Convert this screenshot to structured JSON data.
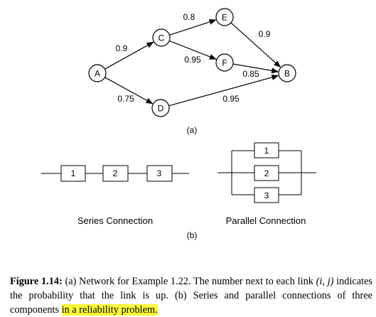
{
  "network": {
    "nodes": [
      {
        "id": "A",
        "label": "A"
      },
      {
        "id": "C",
        "label": "C"
      },
      {
        "id": "D",
        "label": "D"
      },
      {
        "id": "E",
        "label": "E"
      },
      {
        "id": "F",
        "label": "F"
      },
      {
        "id": "B",
        "label": "B"
      }
    ],
    "edges": [
      {
        "from": "A",
        "to": "C",
        "label": "0.9"
      },
      {
        "from": "A",
        "to": "D",
        "label": "0.75"
      },
      {
        "from": "C",
        "to": "E",
        "label": "0.8"
      },
      {
        "from": "C",
        "to": "F",
        "label": "0.95"
      },
      {
        "from": "E",
        "to": "B",
        "label": "0.9"
      },
      {
        "from": "F",
        "to": "B",
        "label": "0.85"
      },
      {
        "from": "D",
        "to": "B",
        "label": "0.95"
      }
    ],
    "sublabel": "(a)"
  },
  "series": {
    "title": "Series Connection",
    "components": [
      "1",
      "2",
      "3"
    ]
  },
  "parallel": {
    "title": "Parallel Connection",
    "components": [
      "1",
      "2",
      "3"
    ]
  },
  "sublabel_b": "(b)",
  "caption": {
    "label": "Figure 1.14:",
    "text_part1": " (a) Network for Example 1.22. The number next to each link ",
    "math": "(i, j)",
    "text_part2": " indicates the probability that the link is up. (b) Series and parallel connections of three components ",
    "highlight": "in a reliability problem."
  }
}
